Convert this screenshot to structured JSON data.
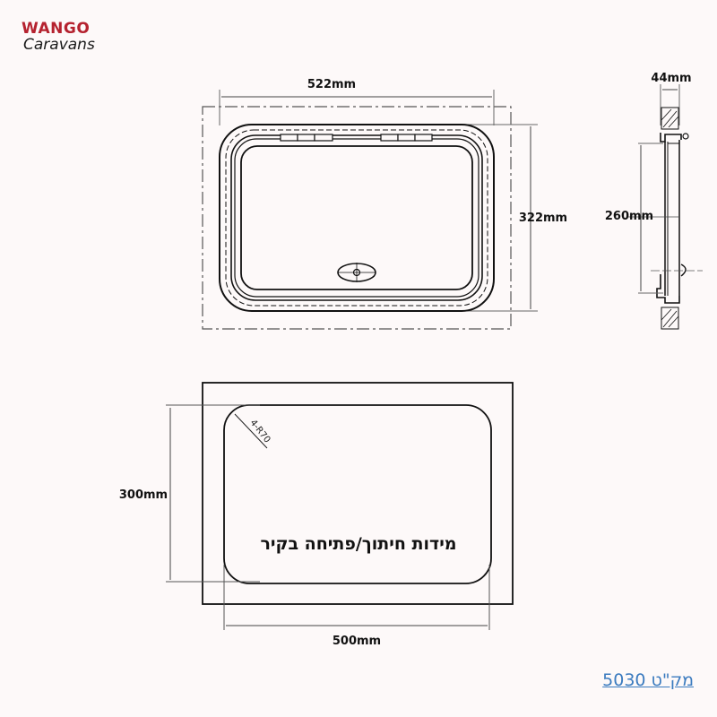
{
  "brand": {
    "line1": "WANGO",
    "line2": "Caravans",
    "accent_color": "#b5222f"
  },
  "front_view": {
    "width_label": "522mm",
    "height_label": "322mm",
    "lock_icon": "oval-lock-icon",
    "hinge_icon": "hinge-icon"
  },
  "side_view": {
    "depth_label": "44mm",
    "inner_height_label": "260mm"
  },
  "cutout_view": {
    "width_label": "500mm",
    "height_label": "300mm",
    "radius_label": "4-R70",
    "caption": "מידות חיתוך/פתיחה בקיר"
  },
  "sku": {
    "text": "מק\"ט 5030",
    "color": "#3b7bbf"
  }
}
